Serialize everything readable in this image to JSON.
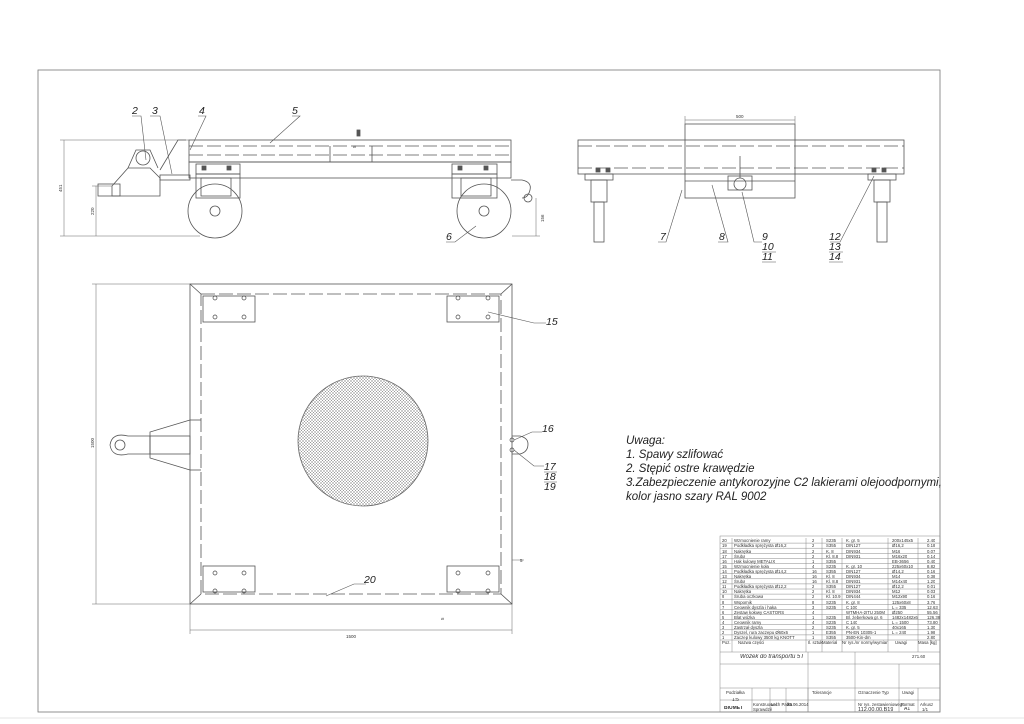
{
  "drawing": {
    "callouts": {
      "c2": "2",
      "c3": "3",
      "c4": "4",
      "c5": "5",
      "c6": "6",
      "c7": "7",
      "c8": "8",
      "c9": "9",
      "c10": "10",
      "c11": "11",
      "c12": "12",
      "c13": "13",
      "c14": "14",
      "c15": "15",
      "c16": "16",
      "c17": "17",
      "c18": "18",
      "c19": "19",
      "c20": "20"
    },
    "dimensions": {
      "side_height": "451",
      "side_wheel_height": "220",
      "side_right": "156",
      "front_width": "500",
      "top_height": "1500",
      "top_width": "1500",
      "small_5a": "5",
      "small_5b": "5",
      "small_5c": "5"
    }
  },
  "notes": {
    "heading": "Uwaga:",
    "lines": [
      "1. Spawy szlifować",
      "2. Stępić ostre krawędzie",
      "3.Zabezpieczenie antykorozyjne C2 lakierami olejoodpornymi,",
      "kolor jasno szary RAL 9002"
    ]
  },
  "parts_list": {
    "rows": [
      {
        "no": "20",
        "name": "Wzmocnienie ramy",
        "qty": "2",
        "mat": "S235",
        "dim": "K. gr. 5",
        "norm": "200x145x5",
        "mass": "2.40"
      },
      {
        "no": "19",
        "name": "Podkładka sprężysta Ø16,2",
        "qty": "2",
        "mat": "S355",
        "dim": "DIN127",
        "norm": "Ø16,2",
        "mass": "0.18"
      },
      {
        "no": "18",
        "name": "Nakrętka",
        "qty": "2",
        "mat": "K. 8",
        "dim": "DIN934",
        "norm": "M16",
        "mass": "0.07"
      },
      {
        "no": "17",
        "name": "Śruba",
        "qty": "2",
        "mat": "Kl. 8.8",
        "dim": "DIN931",
        "norm": "M16x20",
        "mass": "0.14"
      },
      {
        "no": "16",
        "name": "Hak kulowy METALIX",
        "qty": "1",
        "mat": "S355",
        "dim": "",
        "norm": "EB-3656",
        "mass": "0.40"
      },
      {
        "no": "15",
        "name": "Wzmocnienie koła",
        "qty": "4",
        "mat": "S235",
        "dim": "K. gr. 10",
        "norm": "225x60x10",
        "mass": "8.82"
      },
      {
        "no": "14",
        "name": "Podkładka sprężysta Ø14,2",
        "qty": "16",
        "mat": "S355",
        "dim": "DIN127",
        "norm": "Ø14,2",
        "mass": "0.16"
      },
      {
        "no": "13",
        "name": "Nakrętka",
        "qty": "16",
        "mat": "Kl. 8",
        "dim": "DIN934",
        "norm": "M14",
        "mass": "0.38"
      },
      {
        "no": "12",
        "name": "Śruba",
        "qty": "16",
        "mat": "Kl. 8.8",
        "dim": "DIN931",
        "norm": "M14x40",
        "mass": "1.20"
      },
      {
        "no": "11",
        "name": "Podkładka sprężysta Ø12,2",
        "qty": "2",
        "mat": "S355",
        "dim": "DIN127",
        "norm": "Ø12,2",
        "mass": "0.01"
      },
      {
        "no": "10",
        "name": "Nakrętka",
        "qty": "2",
        "mat": "Kl. 8",
        "dim": "DIN934",
        "norm": "M12",
        "mass": "0.03"
      },
      {
        "no": "9",
        "name": "Śruba oczkowa",
        "qty": "2",
        "mat": "Kl. 10.9",
        "dim": "DIN444",
        "norm": "M12x90",
        "mass": "0.16"
      },
      {
        "no": "8",
        "name": "Wspornik",
        "qty": "8",
        "mat": "S235",
        "dim": "K. gr. 8",
        "norm": "125x60x8",
        "mass": "3.76"
      },
      {
        "no": "7",
        "name": "Ceownik dyszla i haka",
        "qty": "3",
        "mat": "S235",
        "dim": "C 100",
        "norm": "L = 335",
        "mass": "12.63"
      },
      {
        "no": "6",
        "name": "Zestaw kołowy CASTORS",
        "qty": "4",
        "mat": "",
        "dim": "WTMHA-2ITU 250M",
        "norm": "Ø250",
        "mass": "55.56"
      },
      {
        "no": "5",
        "name": "Blat wózka",
        "qty": "1",
        "mat": "S235",
        "dim": "Bl. żeberkowa gr. 6",
        "norm": "1482x1482x6",
        "mass": "126.38"
      },
      {
        "no": "4",
        "name": "Ceownik ramy",
        "qty": "4",
        "mat": "S235",
        "dim": "C 140",
        "norm": "L = 1500",
        "mass": "73.80"
      },
      {
        "no": "3",
        "name": "Zastrzał dyszla",
        "qty": "2",
        "mat": "S235",
        "dim": "K. gr. 5",
        "norm": "40x165",
        "mass": "1.30"
      },
      {
        "no": "2",
        "name": "Dyszel, rura zaczepu Ø60x6",
        "qty": "1",
        "mat": "E355",
        "dim": "PN-EN 10305-1",
        "norm": "L = 240",
        "mass": "1.98"
      },
      {
        "no": "1",
        "name": "Zaczep kulowy 3500 kg KNOTT",
        "qty": "1",
        "mat": "S355",
        "dim": "3500-Kin-dm",
        "norm": "",
        "mass": "2.80"
      }
    ],
    "header": {
      "no": "Poz.",
      "name": "Nazwa części",
      "qty": "Il. sztuk",
      "mat": "Materiał",
      "dim": "Nr rys./nr normy/wymiar",
      "norm": "Uwagi",
      "mass": "Masa [kg]"
    }
  },
  "title_block": {
    "title": "Wózek do transportu 5T",
    "total_mass": "271.60",
    "scale_label": "Podziałka",
    "scale": "1:5",
    "designed_label": "Konstruował",
    "designer": "Lech Pałka",
    "date": "25.06.2014",
    "checked_label": "Sprawdził",
    "company": "BIUMET",
    "drawing_no_label": "Nr rys. zestawieniowego",
    "drawing_no": "112.00.00.B19",
    "format_label": "Format",
    "format": "A1",
    "sheet_label": "Arkusz",
    "sheet": "1/1",
    "projection_label": "Oznaczenie Typ",
    "tolerance_label": "Tolerancje",
    "remarks_label": "Uwagi"
  }
}
